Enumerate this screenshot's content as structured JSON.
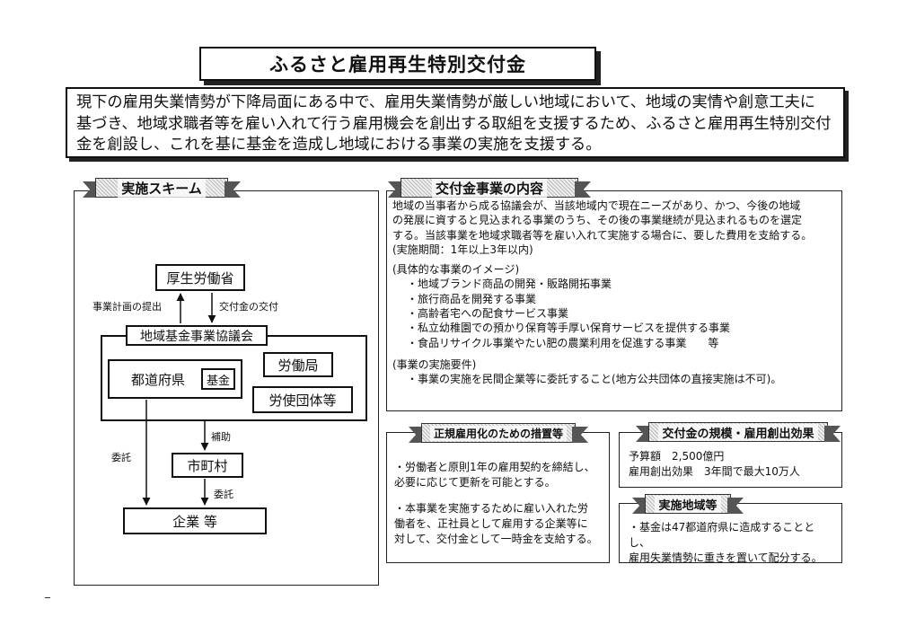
{
  "title": "ふるさと雇用再生特別交付金",
  "intro": "現下の雇用失業情勢が下降局面にある中で、雇用失業情勢が厳しい地域において、地域の実情や創意工夫に\n基づき、地域求職者等を雇い入れて行う雇用機会を創出する取組を支援するため、ふるさと雇用再生特別交付\n金を創設し、これを基に基金を造成し地域における事業の実施を支援する。",
  "scheme": {
    "heading": "実施スキーム",
    "mhlw": "厚生労働省",
    "plan_submit": "事業計画の提出",
    "grant_issue": "交付金の交付",
    "council": "地域基金事業協議会",
    "prefecture": "都道府県",
    "fund": "基金",
    "labor_bureau": "労働局",
    "labor_groups": "労使団体等",
    "subsidy": "補助",
    "entrust_left": "委託",
    "municipality": "市町村",
    "entrust_right": "委託",
    "companies": "企業 等"
  },
  "content": {
    "heading": "交付金事業の内容",
    "para": "地域の当事者から成る協議会が、当該地域内で現在ニーズがあり、かつ、今後の地域\nの発展に資すると見込まれる事業のうち、その後の事業継続が見込まれるものを選定\nする。当該事業を地域求職者等を雇い入れて実施する場合に、要した費用を支給する。\n(実施期間：1年以上3年以内)",
    "image_heading": "(具体的な事業のイメージ)",
    "items": [
      "・地域ブランド商品の開発・販路開拓事業",
      "・旅行商品を開発する事業",
      "・高齢者宅への配食サービス事業",
      "・私立幼稚園での預かり保育等手厚い保育サービスを提供する事業",
      "・食品リサイクル事業やたい肥の農業利用を促進する事業　　等"
    ],
    "req_heading": "(事業の実施要件)",
    "req_item": "・事業の実施を民間企業等に委託すること(地方公共団体の直接実施は不可)。"
  },
  "regular": {
    "heading": "正規雇用化のための措置等",
    "p1": "・労働者と原則1年の雇用契約を締結し、\n 必要に応じて更新を可能とする。",
    "p2": "・本事業を実施するために雇い入れた労\n 働者を、正社員として雇用する企業等に\n 対して、交付金として一時金を支給する。"
  },
  "scale": {
    "heading": "交付金の規模・雇用創出効果",
    "line1": "予算額　2,500億円",
    "line2": "雇用創出効果　3年間で最大10万人"
  },
  "area": {
    "heading": "実施地域等",
    "text": "・基金は47都道府県に造成することとし、\n 雇用失業情勢に重きを置いて配分する。"
  }
}
